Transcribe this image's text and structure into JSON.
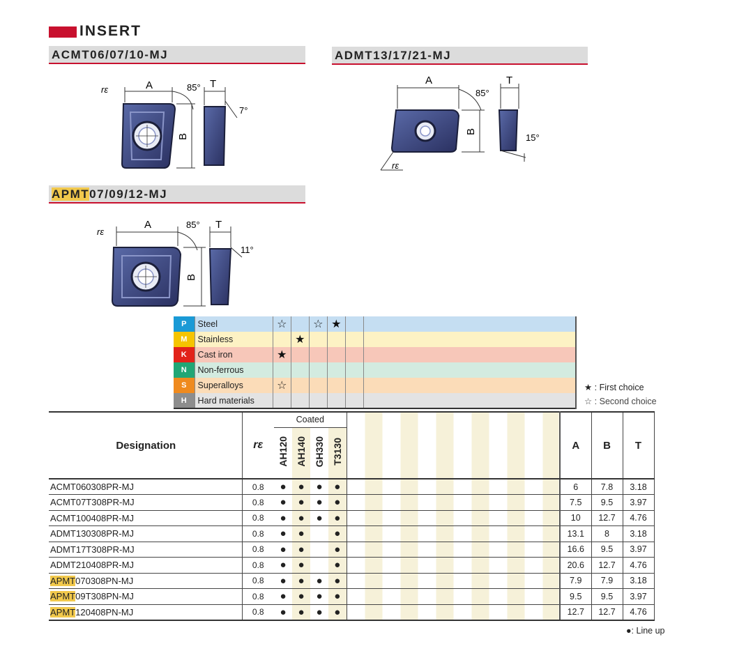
{
  "header": {
    "title": "INSERT"
  },
  "sections": [
    {
      "prefix": "ACMT",
      "suffix": "06/07/10-MJ",
      "highlight": false
    },
    {
      "prefix": "ADMT",
      "suffix": "13/17/21-MJ",
      "highlight": false
    },
    {
      "prefix": "APMT",
      "suffix": "07/09/12-MJ",
      "highlight": true
    }
  ],
  "diagram_labels": {
    "d1": {
      "re": "rε",
      "a": "A",
      "angle": "85°",
      "t": "T",
      "b": "B",
      "clear": "7°"
    },
    "d2": {
      "re": "rε",
      "a": "A",
      "angle": "85°",
      "t": "T",
      "b": "B",
      "clear": "15°"
    },
    "d3": {
      "re": "rε",
      "a": "A",
      "angle": "85°",
      "t": "T",
      "b": "B",
      "clear": "11°"
    }
  },
  "materials": [
    {
      "code": "P",
      "name": "Steel",
      "color": "#1a9ad6",
      "bg": "#c5def2",
      "marks": [
        "☆",
        "",
        "☆",
        "★",
        ""
      ]
    },
    {
      "code": "M",
      "name": "Stainless",
      "color": "#f5c400",
      "bg": "#fdf2c4",
      "marks": [
        "",
        "★",
        "",
        "",
        ""
      ]
    },
    {
      "code": "K",
      "name": "Cast iron",
      "color": "#e2231a",
      "bg": "#f7c7b9",
      "marks": [
        "★",
        "",
        "",
        "",
        ""
      ]
    },
    {
      "code": "N",
      "name": "Non-ferrous",
      "color": "#21a675",
      "bg": "#d3ebe0",
      "marks": [
        "",
        "",
        "",
        "",
        ""
      ]
    },
    {
      "code": "S",
      "name": "Superalloys",
      "color": "#ef8a1e",
      "bg": "#fbdcb8",
      "marks": [
        "☆",
        "",
        "",
        "",
        ""
      ]
    },
    {
      "code": "H",
      "name": "Hard materials",
      "color": "#8d8d8d",
      "bg": "#e3e3e3",
      "marks": [
        "",
        "",
        "",
        "",
        ""
      ]
    }
  ],
  "legend": {
    "first": "★ : First choice",
    "second": "☆ : Second choice",
    "lineup": "●: Line up"
  },
  "table": {
    "designation_header": "Designation",
    "re_header": "rε",
    "coated_header": "Coated",
    "grades": [
      "AH120",
      "AH140",
      "GH330",
      "T3130"
    ],
    "dim_headers": [
      "A",
      "B",
      "T"
    ],
    "rows": [
      {
        "prefix": "ACMT",
        "rest": "060308PR-MJ",
        "hl": false,
        "re": "0.8",
        "marks": [
          "●",
          "●",
          "●",
          "●"
        ],
        "a": "6",
        "b": "7.8",
        "t": "3.18"
      },
      {
        "prefix": "ACMT",
        "rest": "07T308PR-MJ",
        "hl": false,
        "re": "0.8",
        "marks": [
          "●",
          "●",
          "●",
          "●"
        ],
        "a": "7.5",
        "b": "9.5",
        "t": "3.97"
      },
      {
        "prefix": "ACMT",
        "rest": "100408PR-MJ",
        "hl": false,
        "re": "0.8",
        "marks": [
          "●",
          "●",
          "●",
          "●"
        ],
        "a": "10",
        "b": "12.7",
        "t": "4.76"
      },
      {
        "prefix": "ADMT",
        "rest": "130308PR-MJ",
        "hl": false,
        "re": "0.8",
        "marks": [
          "●",
          "●",
          "",
          "●"
        ],
        "a": "13.1",
        "b": "8",
        "t": "3.18"
      },
      {
        "prefix": "ADMT",
        "rest": "17T308PR-MJ",
        "hl": false,
        "re": "0.8",
        "marks": [
          "●",
          "●",
          "",
          "●"
        ],
        "a": "16.6",
        "b": "9.5",
        "t": "3.97"
      },
      {
        "prefix": "ADMT",
        "rest": "210408PR-MJ",
        "hl": false,
        "re": "0.8",
        "marks": [
          "●",
          "●",
          "",
          "●"
        ],
        "a": "20.6",
        "b": "12.7",
        "t": "4.76"
      },
      {
        "prefix": "APMT",
        "rest": "070308PN-MJ",
        "hl": true,
        "re": "0.8",
        "marks": [
          "●",
          "●",
          "●",
          "●"
        ],
        "a": "7.9",
        "b": "7.9",
        "t": "3.18"
      },
      {
        "prefix": "APMT",
        "rest": "09T308PN-MJ",
        "hl": true,
        "re": "0.8",
        "marks": [
          "●",
          "●",
          "●",
          "●"
        ],
        "a": "9.5",
        "b": "9.5",
        "t": "3.97"
      },
      {
        "prefix": "APMT",
        "rest": "120408PN-MJ",
        "hl": true,
        "re": "0.8",
        "marks": [
          "●",
          "●",
          "●",
          "●"
        ],
        "a": "12.7",
        "b": "12.7",
        "t": "4.76"
      }
    ]
  }
}
